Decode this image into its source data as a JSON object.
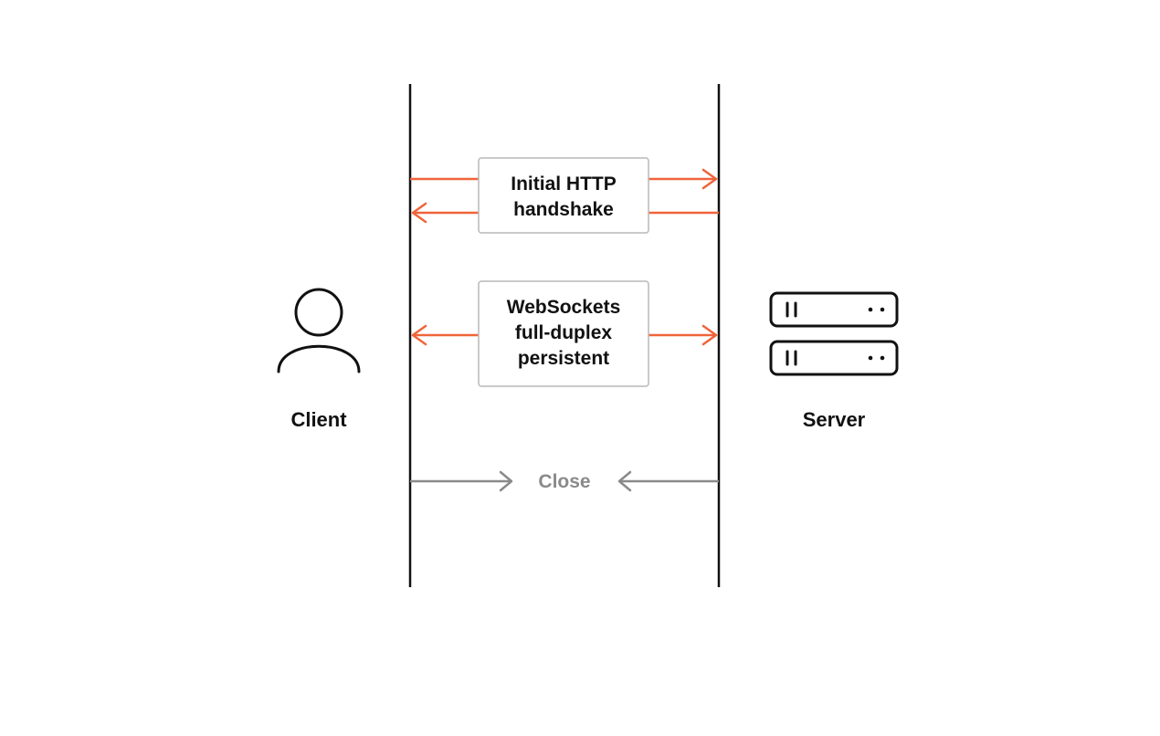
{
  "colors": {
    "message": "#f0643a",
    "close": "#8a8a8a",
    "line": "#111111",
    "box_border": "#b9b9b9"
  },
  "participants": {
    "client": {
      "label": "Client",
      "icon": "person-icon"
    },
    "server": {
      "label": "Server",
      "icon": "server-icon"
    }
  },
  "messages": [
    {
      "lines": [
        "Initial HTTP",
        "handshake"
      ],
      "arrows": [
        "client-to-server",
        "server-to-client"
      ]
    },
    {
      "lines": [
        "WebSockets",
        "full-duplex",
        "persistent"
      ],
      "arrows": [
        "bidirectional"
      ]
    }
  ],
  "close": {
    "label": "Close",
    "arrows": [
      "client-to-server",
      "server-to-client"
    ]
  }
}
